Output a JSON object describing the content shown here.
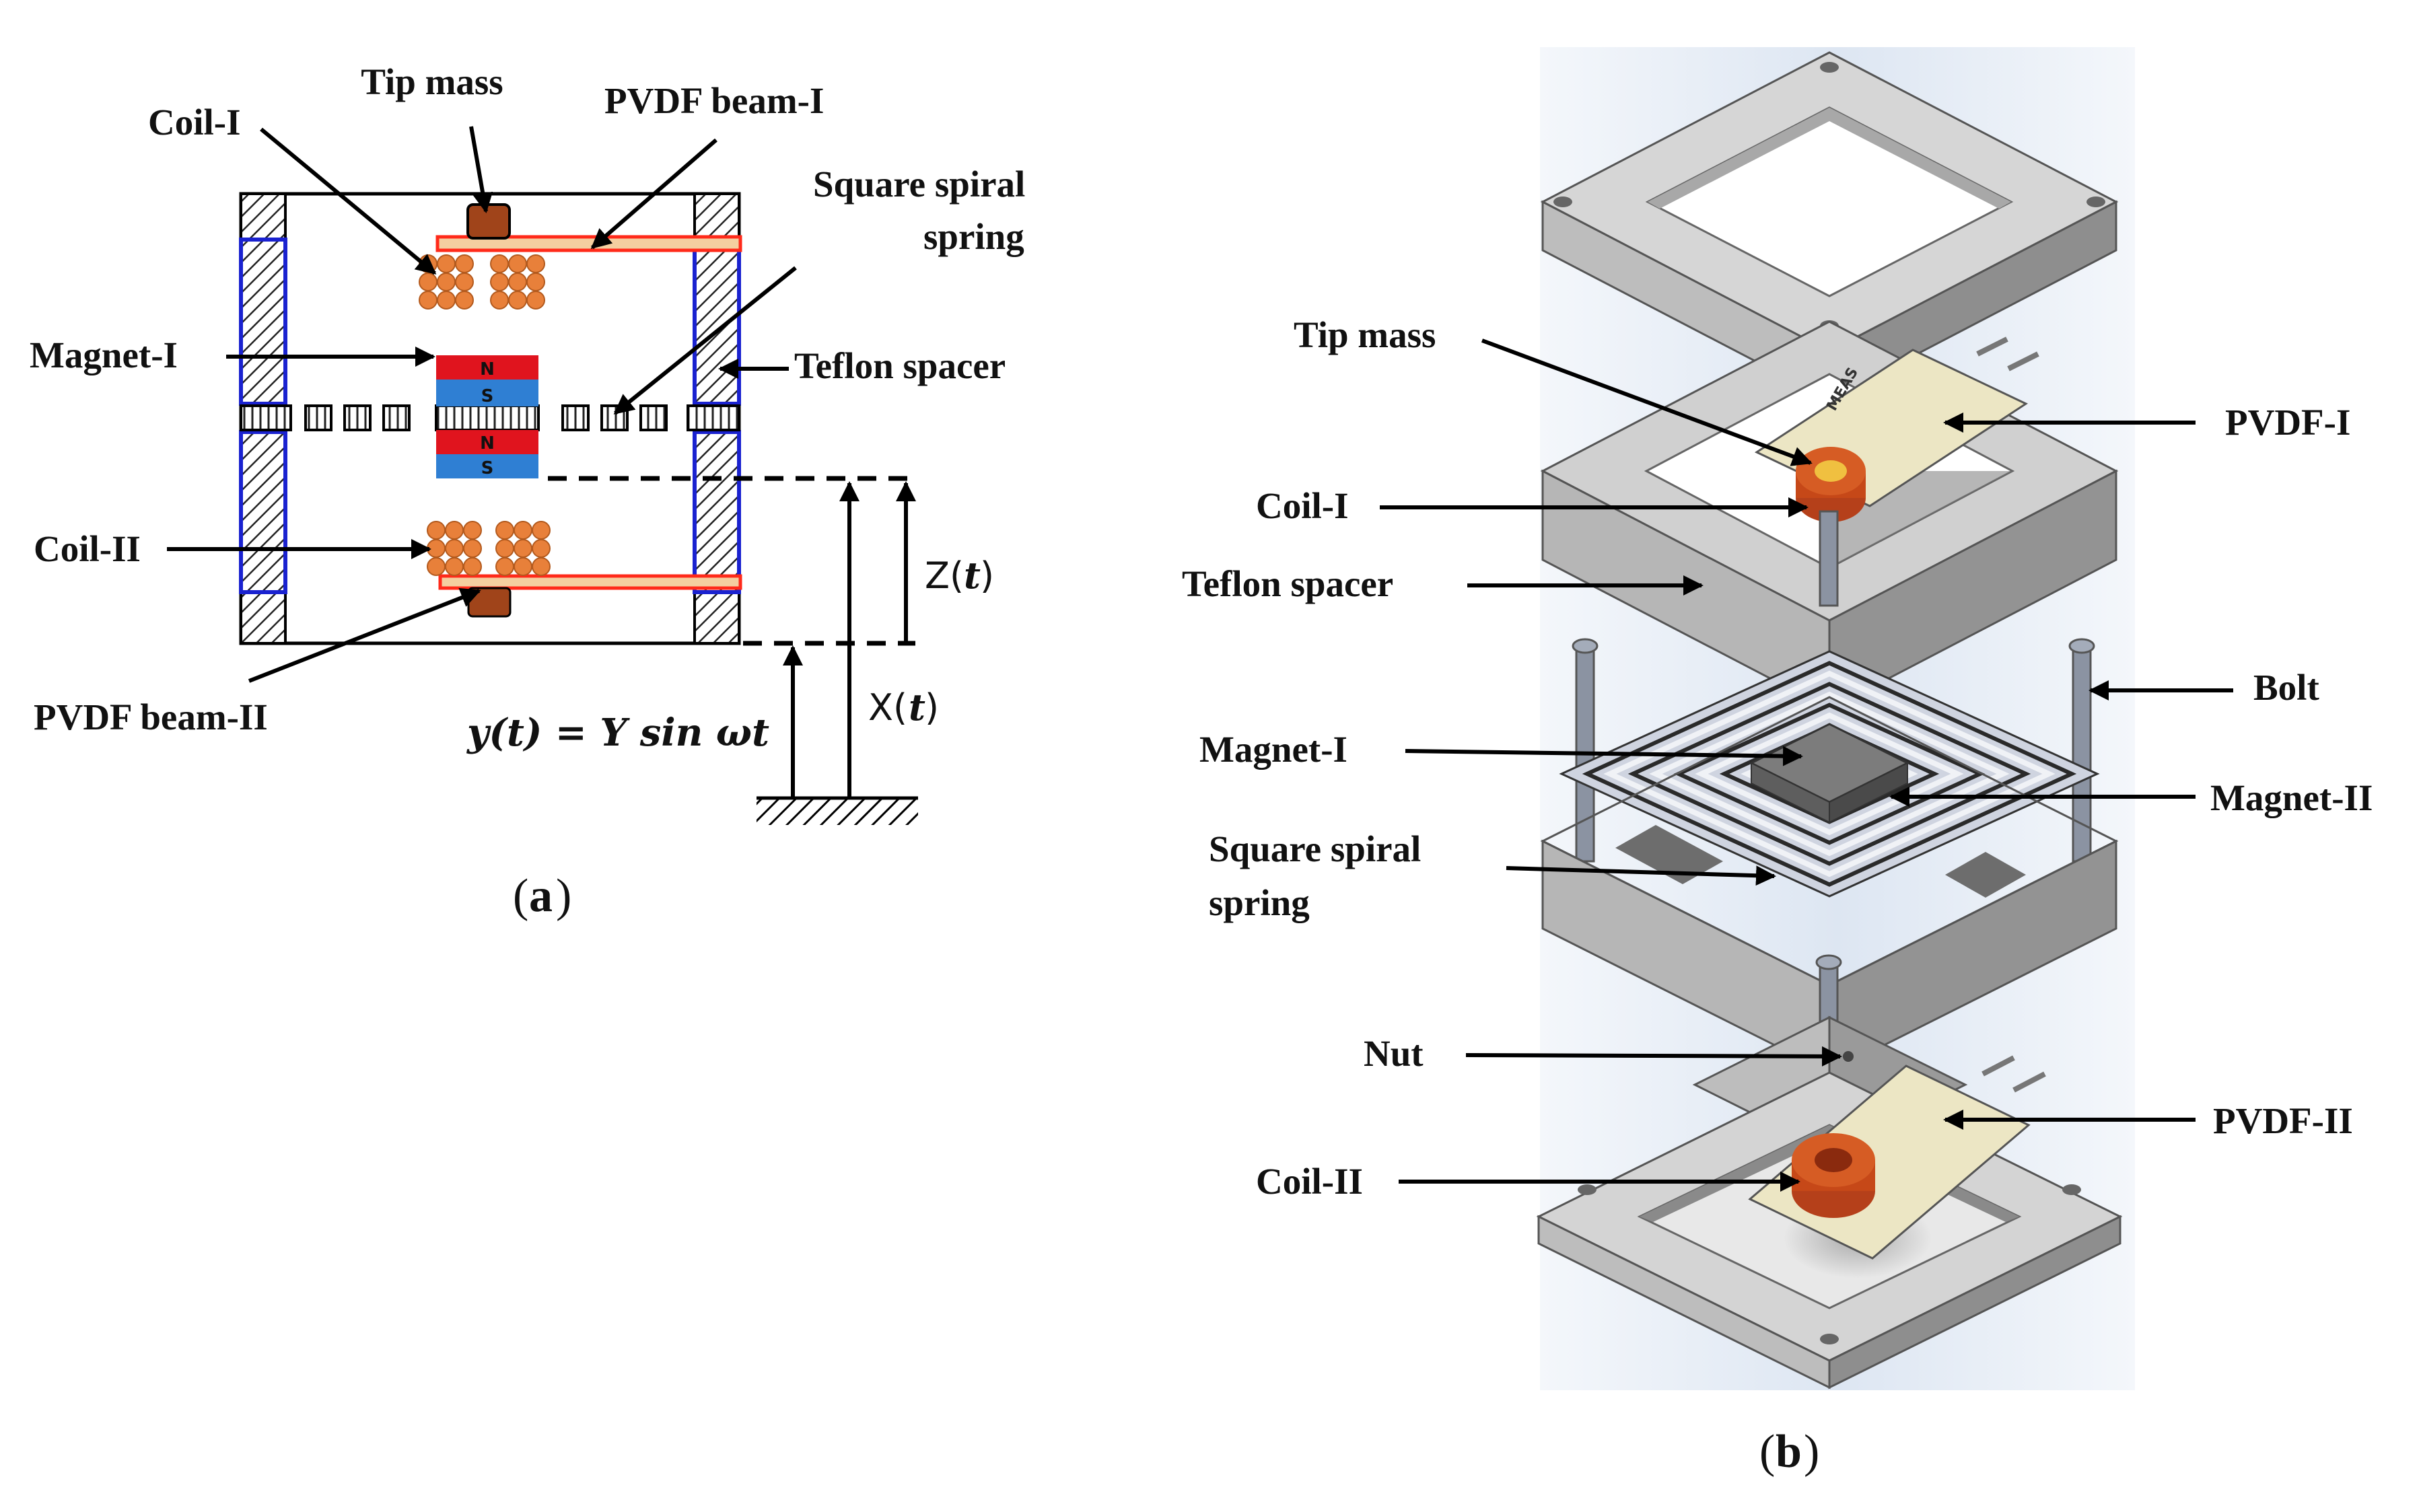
{
  "panel_a": {
    "labels": {
      "tip_mass": "Tip mass",
      "pvdf_beam_1": "PVDF beam-I",
      "coil_1": "Coil-I",
      "square_spiral": "Square spiral",
      "spring": "spring",
      "magnet_1": "Magnet-I",
      "teflon_spacer": "Teflon spacer",
      "coil_2": "Coil-II",
      "pvdf_beam_2": "PVDF beam-II",
      "z_label": "Z(",
      "z_t": "t",
      "x_label": "X(",
      "x_t": "t",
      "close_paren": ")",
      "excitation": "y(t) = Y sin ωt",
      "pole_n1": "N",
      "pole_s1": "S",
      "pole_n2": "N",
      "pole_s2": "S"
    },
    "caption_open": "(",
    "caption_letter": "a",
    "caption_close": ")"
  },
  "panel_b": {
    "labels": {
      "tip_mass": "Tip mass",
      "coil_1": "Coil-I",
      "teflon_spacer": "Teflon spacer",
      "magnet_1": "Magnet-I",
      "square_spiral": "Square spiral",
      "spring": "spring",
      "nut": "Nut",
      "coil_2": "Coil-II",
      "pvdf_1": "PVDF-I",
      "bolt": "Bolt",
      "magnet_2": "Magnet-II",
      "pvdf_2": "PVDF-II"
    },
    "caption_open": "(",
    "caption_letter": "b",
    "caption_close": ")"
  },
  "colors": {
    "coil": "#e8803a",
    "magnet_north": "#e0141e",
    "magnet_south": "#2f7fd3",
    "pvdf_beam": "#f4cfa0",
    "pvdf_edge": "#ff2a1a",
    "tip_mass": "#a0441a",
    "frame_blue": "#1a22d0",
    "render_bg": "#dfe8f4",
    "grey_light": "#d4d4d4",
    "grey_mid": "#b2b2b2",
    "grey_dark": "#8e8e8e",
    "pvdf_board": "#ece6c4",
    "coil_3d": "#c64818"
  }
}
